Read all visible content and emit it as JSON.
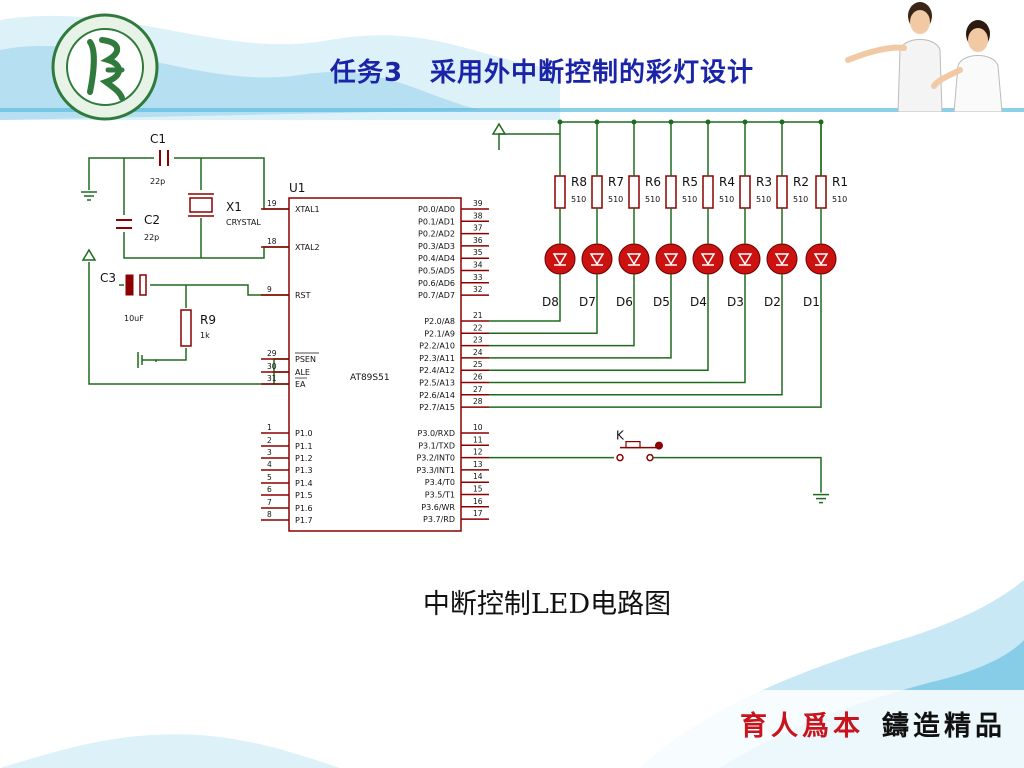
{
  "slide": {
    "title": "任务3　采用外中断控制的彩灯设计",
    "caption": "中断控制LED电路图",
    "slogan_red": "育人爲本",
    "slogan_black": "鑄造精品"
  },
  "colors": {
    "title": "#1a24a8",
    "wire": "#1e6b1e",
    "component": "#8b0000",
    "led": "#cc1111",
    "background_wave": "#5bbbe0"
  },
  "circuit": {
    "chip": {
      "ref": "U1",
      "part": "AT89S51",
      "left_pins": [
        {
          "num": "19",
          "name": "XTAL1"
        },
        {
          "num": "18",
          "name": "XTAL2"
        },
        {
          "num": "9",
          "name": "RST"
        },
        {
          "num": "29",
          "name": "PSEN"
        },
        {
          "num": "30",
          "name": "ALE"
        },
        {
          "num": "31",
          "name": "EA"
        },
        {
          "num": "1",
          "name": "P1.0"
        },
        {
          "num": "2",
          "name": "P1.1"
        },
        {
          "num": "3",
          "name": "P1.2"
        },
        {
          "num": "4",
          "name": "P1.3"
        },
        {
          "num": "5",
          "name": "P1.4"
        },
        {
          "num": "6",
          "name": "P1.5"
        },
        {
          "num": "7",
          "name": "P1.6"
        },
        {
          "num": "8",
          "name": "P1.7"
        }
      ],
      "right_pins": [
        {
          "num": "39",
          "name": "P0.0/AD0"
        },
        {
          "num": "38",
          "name": "P0.1/AD1"
        },
        {
          "num": "37",
          "name": "P0.2/AD2"
        },
        {
          "num": "36",
          "name": "P0.3/AD3"
        },
        {
          "num": "35",
          "name": "P0.4/AD4"
        },
        {
          "num": "34",
          "name": "P0.5/AD5"
        },
        {
          "num": "33",
          "name": "P0.6/AD6"
        },
        {
          "num": "32",
          "name": "P0.7/AD7"
        },
        {
          "num": "21",
          "name": "P2.0/A8"
        },
        {
          "num": "22",
          "name": "P2.1/A9"
        },
        {
          "num": "23",
          "name": "P2.2/A10"
        },
        {
          "num": "24",
          "name": "P2.3/A11"
        },
        {
          "num": "25",
          "name": "P2.4/A12"
        },
        {
          "num": "26",
          "name": "P2.5/A13"
        },
        {
          "num": "27",
          "name": "P2.6/A14"
        },
        {
          "num": "28",
          "name": "P2.7/A15"
        },
        {
          "num": "10",
          "name": "P3.0/RXD"
        },
        {
          "num": "11",
          "name": "P3.1/TXD"
        },
        {
          "num": "12",
          "name": "P3.2/INT0"
        },
        {
          "num": "13",
          "name": "P3.3/INT1"
        },
        {
          "num": "14",
          "name": "P3.4/T0"
        },
        {
          "num": "15",
          "name": "P3.5/T1"
        },
        {
          "num": "16",
          "name": "P3.6/WR"
        },
        {
          "num": "17",
          "name": "P3.7/RD"
        }
      ]
    },
    "c1": {
      "ref": "C1",
      "value": "22p"
    },
    "c2": {
      "ref": "C2",
      "value": "22p"
    },
    "x1": {
      "ref": "X1",
      "value": "CRYSTAL"
    },
    "c3": {
      "ref": "C3",
      "value": "10uF"
    },
    "r9": {
      "ref": "R9",
      "value": "1k"
    },
    "switch": {
      "ref": "K"
    },
    "resistors": [
      {
        "ref": "R8",
        "value": "510"
      },
      {
        "ref": "R7",
        "value": "510"
      },
      {
        "ref": "R6",
        "value": "510"
      },
      {
        "ref": "R5",
        "value": "510"
      },
      {
        "ref": "R4",
        "value": "510"
      },
      {
        "ref": "R3",
        "value": "510"
      },
      {
        "ref": "R2",
        "value": "510"
      },
      {
        "ref": "R1",
        "value": "510"
      }
    ],
    "leds": [
      "D8",
      "D7",
      "D6",
      "D5",
      "D4",
      "D3",
      "D2",
      "D1"
    ]
  }
}
